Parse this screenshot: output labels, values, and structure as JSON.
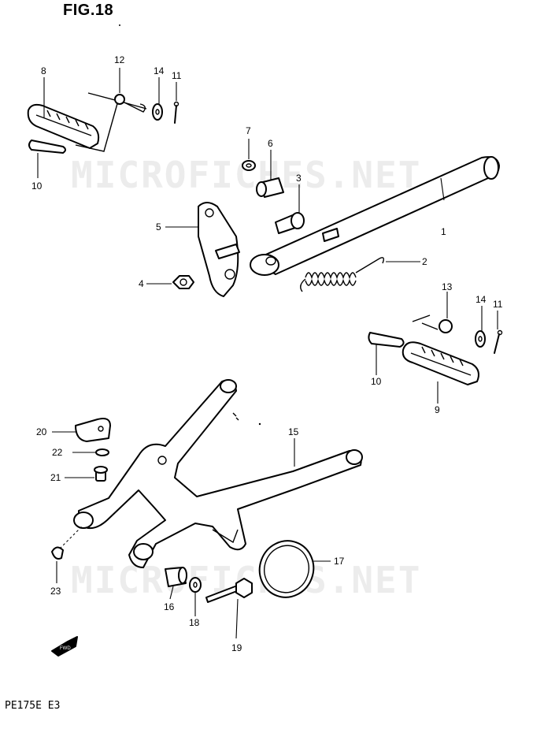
{
  "figure": {
    "title": "FIG.18",
    "model_code": "PE175E  E3"
  },
  "watermark": {
    "text": "MICROFICHES.NET"
  },
  "fwd_label": "FWD",
  "callouts": [
    {
      "id": "8",
      "label": "8"
    },
    {
      "id": "12",
      "label": "12"
    },
    {
      "id": "14a",
      "label": "14"
    },
    {
      "id": "11a",
      "label": "11"
    },
    {
      "id": "10a",
      "label": "10"
    },
    {
      "id": "7",
      "label": "7"
    },
    {
      "id": "6",
      "label": "6"
    },
    {
      "id": "3",
      "label": "3"
    },
    {
      "id": "5",
      "label": "5"
    },
    {
      "id": "1",
      "label": "1"
    },
    {
      "id": "2",
      "label": "2"
    },
    {
      "id": "4",
      "label": "4"
    },
    {
      "id": "13",
      "label": "13"
    },
    {
      "id": "14b",
      "label": "14"
    },
    {
      "id": "11b",
      "label": "11"
    },
    {
      "id": "10b",
      "label": "10"
    },
    {
      "id": "9",
      "label": "9"
    },
    {
      "id": "15",
      "label": "15"
    },
    {
      "id": "20",
      "label": "20"
    },
    {
      "id": "22",
      "label": "22"
    },
    {
      "id": "21",
      "label": "21"
    },
    {
      "id": "17",
      "label": "17"
    },
    {
      "id": "23",
      "label": "23"
    },
    {
      "id": "16",
      "label": "16"
    },
    {
      "id": "18",
      "label": "18"
    },
    {
      "id": "19",
      "label": "19"
    }
  ]
}
